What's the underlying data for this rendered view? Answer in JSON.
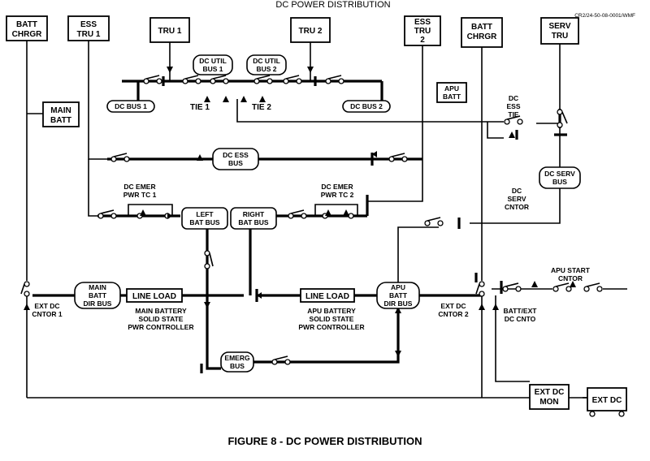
{
  "title": "DC POWER DISTRIBUTION",
  "code": "CR2/24-50-08-0001/WMF",
  "figure_caption": "FIGURE 8 - DC POWER DISTRIBUTION",
  "boxes": {
    "batt_chrgr_left": [
      "BATT",
      "CHRGR"
    ],
    "ess_tru1": [
      "ESS",
      "TRU 1"
    ],
    "tru1": [
      "TRU 1"
    ],
    "tru2": [
      "TRU 2"
    ],
    "ess_tru2": [
      "ESS",
      "TRU",
      "2"
    ],
    "batt_chrgr_right": [
      "BATT",
      "CHRGR"
    ],
    "serv_tru": [
      "SERV",
      "TRU"
    ],
    "main_batt": [
      "MAIN",
      "BATT"
    ],
    "apu_batt": [
      "APU",
      "BATT"
    ],
    "line_load_left": [
      "LINE LOAD"
    ],
    "line_load_right": [
      "LINE LOAD"
    ],
    "ext_dc_mon": [
      "EXT DC",
      "MON"
    ],
    "ext_dc": [
      "EXT DC"
    ]
  },
  "buses": {
    "dc_util_bus1": [
      "DC UTIL",
      "BUS 1"
    ],
    "dc_util_bus2": [
      "DC UTIL",
      "BUS 2"
    ],
    "dc_bus1": [
      "DC BUS 1"
    ],
    "dc_bus2": [
      "DC BUS 2"
    ],
    "dc_ess_bus": [
      "DC ESS",
      "BUS"
    ],
    "dc_serv_bus": [
      "DC SERV",
      "BUS"
    ],
    "left_bat_bus": [
      "LEFT",
      "BAT BUS"
    ],
    "right_bat_bus": [
      "RIGHT",
      "BAT BUS"
    ],
    "main_batt_dir_bus": [
      "MAIN",
      "BATT",
      "DIR BUS"
    ],
    "apu_batt_dir_bus": [
      "APU",
      "BATT",
      "DIR BUS"
    ],
    "emerg_bus": [
      "EMERG",
      "BUS"
    ]
  },
  "labels": {
    "tie1": [
      "TIE 1"
    ],
    "tie2": [
      "TIE 2"
    ],
    "dc_ess_tie": [
      "DC",
      "ESS",
      "TIE"
    ],
    "dc_emer_pwr_tc1": [
      "DC EMER",
      "PWR TC 1"
    ],
    "dc_emer_pwr_tc2": [
      "DC EMER",
      "PWR TC 2"
    ],
    "dc_serv_cntor": [
      "DC",
      "SERV",
      "CNTOR"
    ],
    "apu_start_cntor": [
      "APU START",
      "CNTOR"
    ],
    "ext_dc_cntor1": [
      "EXT DC",
      "CNTOR 1"
    ],
    "ext_dc_cntor2": [
      "EXT DC",
      "CNTOR 2"
    ],
    "batt_ext_dc_cnto": [
      "BATT/EXT",
      "DC CNTO"
    ],
    "main_battery_sspc": [
      "MAIN BATTERY",
      "SOLID STATE",
      "PWR CONTROLLER"
    ],
    "apu_battery_sspc": [
      "APU BATTERY",
      "SOLID STATE",
      "PWR CONTROLLER"
    ]
  }
}
